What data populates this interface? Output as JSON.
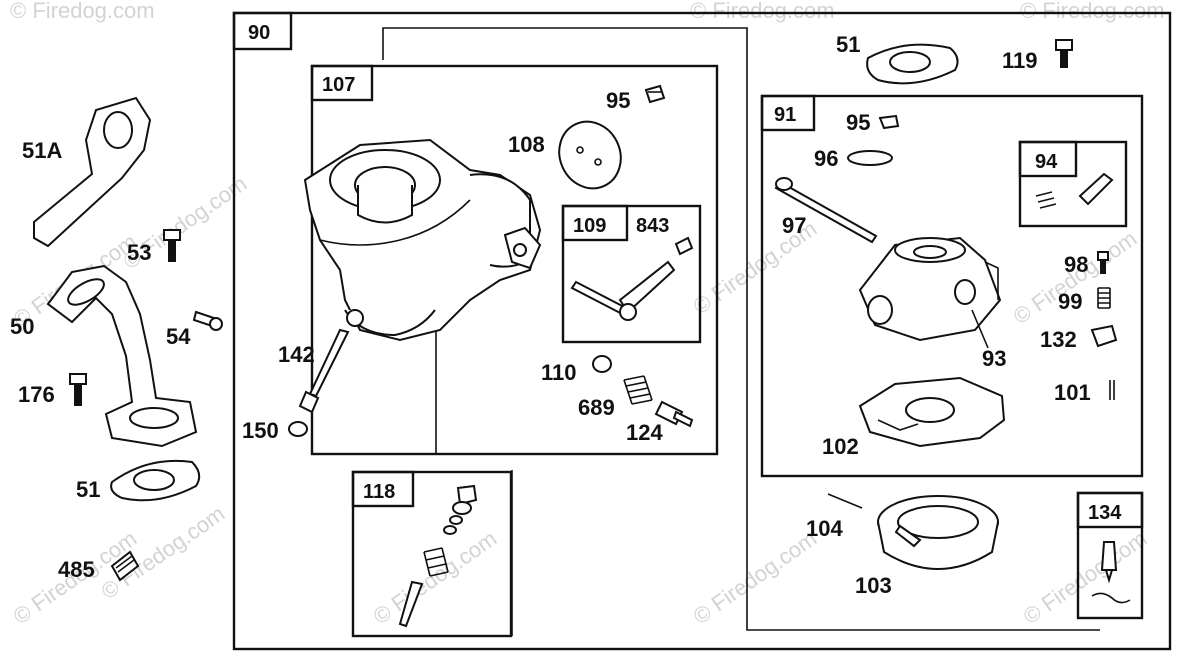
{
  "watermark": "© Firedog.com",
  "callouts": {
    "c51a": "51A",
    "c53": "53",
    "c50": "50",
    "c54": "54",
    "c176": "176",
    "c51_left": "51",
    "c485": "485",
    "c107": "107",
    "c95_upper": "95",
    "c108": "108",
    "c109": "109",
    "c843": "843",
    "c142": "142",
    "c150": "150",
    "c110": "110",
    "c689": "689",
    "c124": "124",
    "c118": "118",
    "c51_top": "51",
    "c119": "119",
    "c91": "91",
    "c95_right": "95",
    "c96": "96",
    "c94": "94",
    "c97": "97",
    "c98": "98",
    "c99": "99",
    "c132": "132",
    "c93": "93",
    "c101": "101",
    "c102": "102",
    "c104": "104",
    "c103": "103",
    "c134": "134"
  },
  "boxes": {
    "b90": "90",
    "b107": "107",
    "b109": "109",
    "b118": "118",
    "b91": "91",
    "b94": "94",
    "b134": "134"
  }
}
